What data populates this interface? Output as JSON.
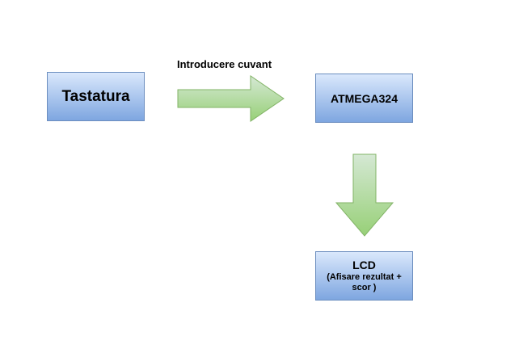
{
  "diagram": {
    "nodes": {
      "keyboard": {
        "label": "Tastatura"
      },
      "mcu": {
        "label": "ATMEGA324"
      },
      "lcd": {
        "label": "LCD",
        "sublabel": "(Afisare rezultat + scor )"
      }
    },
    "edges": {
      "keyboard_to_mcu": {
        "label": "Introducere cuvant"
      },
      "mcu_to_lcd": {
        "label": ""
      }
    }
  },
  "colors": {
    "node_gradient_top": "#dae8fc",
    "node_gradient_bottom": "#7ea6e0",
    "node_border": "#6c8ebf",
    "arrow_gradient_top": "#d5e8d4",
    "arrow_gradient_bottom": "#97d077",
    "arrow_border": "#82b366"
  }
}
